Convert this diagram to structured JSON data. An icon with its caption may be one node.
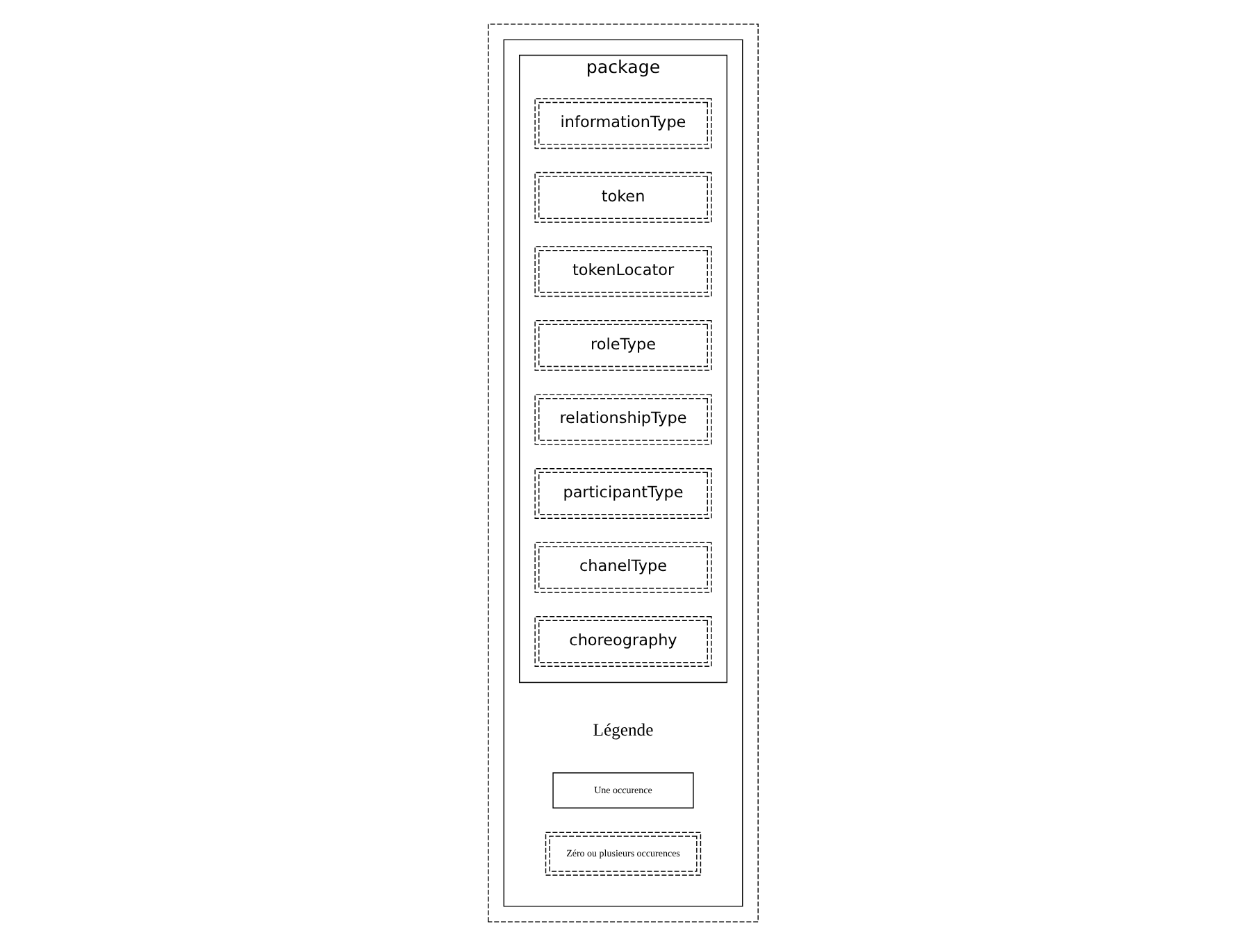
{
  "diagram": {
    "nodes": [
      {
        "text": [],
        "shape": "box"
      },
      {
        "text": [],
        "shape": "box",
        "in": 0
      },
      {
        "text": [
          "package"
        ],
        "in": 1
      },
      {
        "text": [
          "informationType"
        ],
        "in": 2
      },
      {
        "text": [
          "token"
        ],
        "in": 2
      },
      {
        "text": [
          "tokenLocator"
        ],
        "in": 2
      },
      {
        "text": [
          "roleType"
        ],
        "in": 2
      },
      {
        "text": [
          "relationshipType"
        ],
        "in": 2
      },
      {
        "text": [
          "participantType"
        ],
        "in": 2
      },
      {
        "text": [
          "chanelType"
        ],
        "in": 2
      },
      {
        "text": [
          "choreography"
        ],
        "in": 2
      }
    ],
    "edges": [],
    "labels": [
      "Légende"
    ],
    "legend": [
      {
        "text": "Une occurence"
      },
      {
        "text": "Zéro ou plusieurs occurences"
      }
    ]
  }
}
